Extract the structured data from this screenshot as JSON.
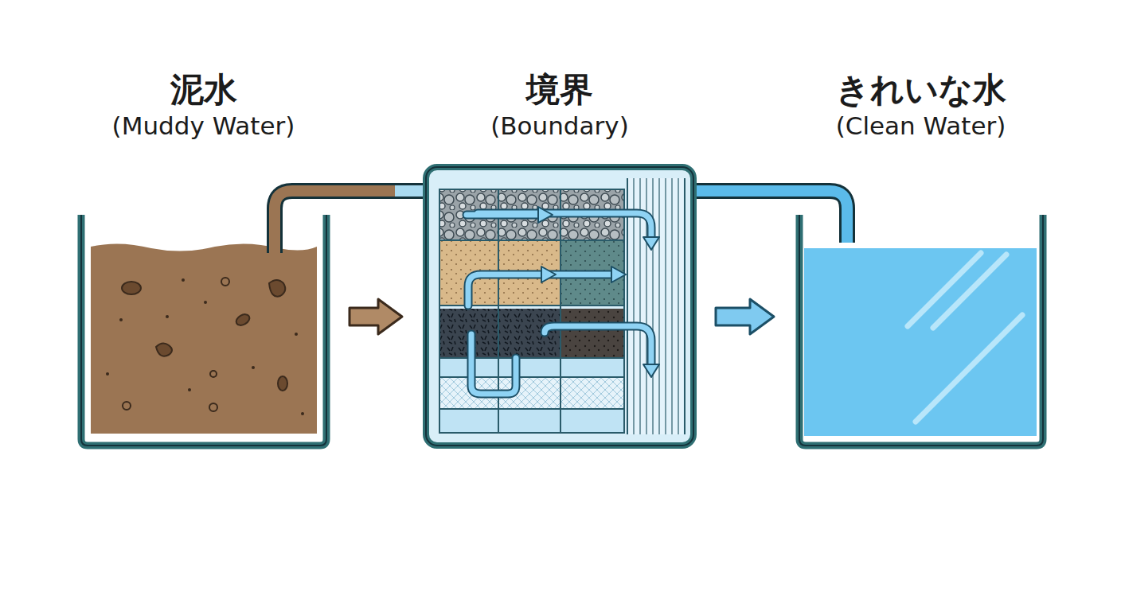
{
  "diagram": {
    "nodes": [
      {
        "text": [
          "泥水",
          "(Muddy Water)"
        ]
      },
      {
        "text": [
          "境界",
          "(Boundary)"
        ]
      },
      {
        "text": [
          "きれいな水",
          "(Clean Water)"
        ]
      }
    ],
    "edges": [
      {
        "from": 0,
        "to": 1,
        "arrow": "to"
      },
      {
        "from": 1,
        "to": 2,
        "arrow": "to"
      }
    ]
  }
}
